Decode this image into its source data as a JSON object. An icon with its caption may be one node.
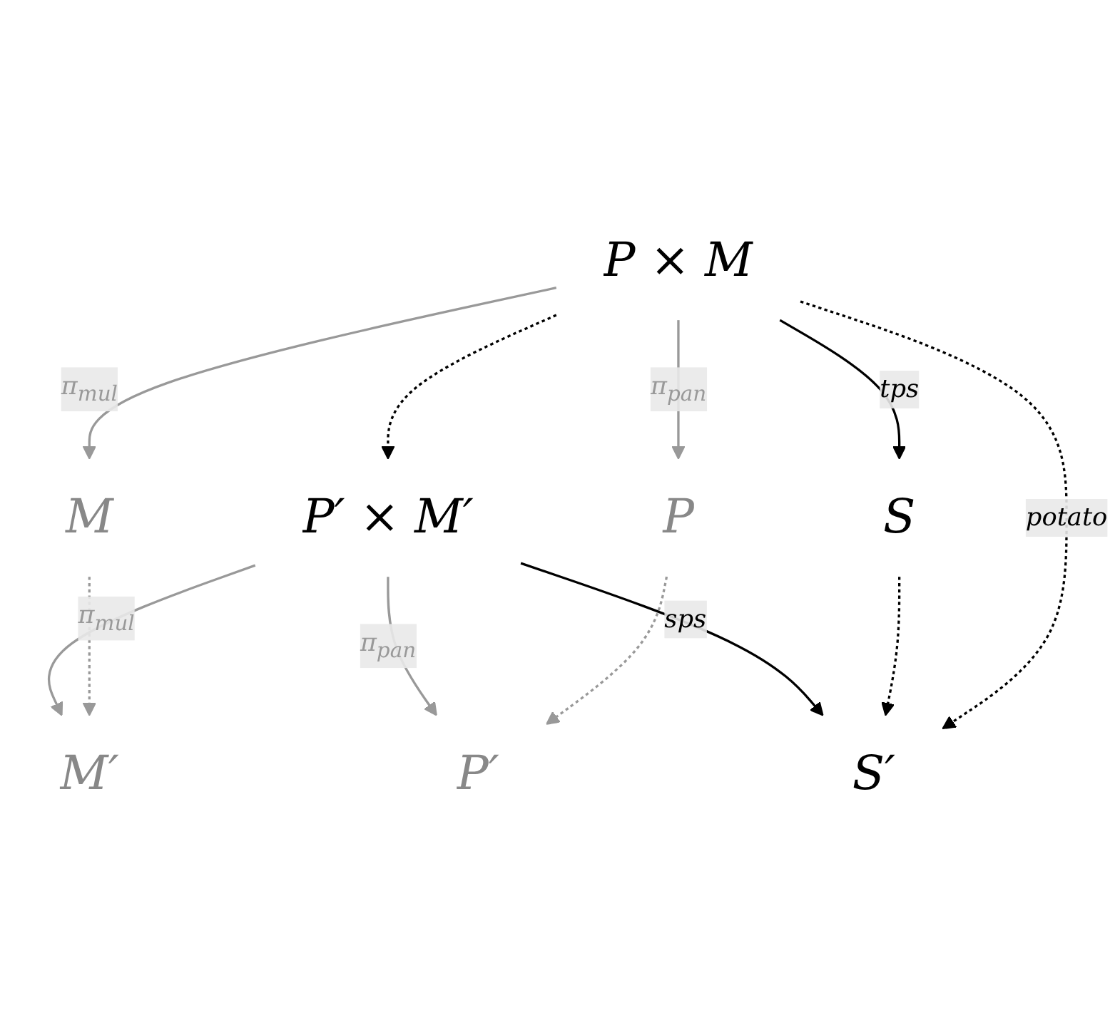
{
  "diagram": {
    "nodes": [
      {
        "text": [
          "M"
        ]
      },
      {
        "text": [
          "P × M"
        ]
      },
      {
        "text": [
          "S"
        ]
      },
      {
        "text": [
          "P"
        ]
      },
      {
        "text": [
          "M′"
        ]
      },
      {
        "text": [
          "P′ × M′"
        ]
      },
      {
        "text": [
          "S′"
        ]
      },
      {
        "text": [
          "P′"
        ]
      }
    ],
    "edges": [
      {
        "from": 1,
        "to": 0,
        "arrow": "to",
        "label": "π$_{mul}$"
      },
      {
        "from": 1,
        "to": 3,
        "arrow": "to",
        "label": "π$_{pan}$"
      },
      {
        "from": 1,
        "to": 2,
        "arrow": "to",
        "label": "tps",
        "color": "#000000"
      },
      {
        "from": 0,
        "to": 4,
        "arrow": "to",
        "style": "dashed"
      },
      {
        "from": 3,
        "to": 7,
        "arrow": "to",
        "style": "dashed"
      },
      {
        "from": 1,
        "to": 5,
        "arrow": "to",
        "style": "dashed",
        "color": "#000000"
      },
      {
        "from": 1,
        "to": 6,
        "arrow": "to",
        "label": "potato",
        "style": "dashed",
        "color": "#000000"
      },
      {
        "from": 2,
        "to": 6,
        "arrow": "to",
        "style": "dashed",
        "color": "#000000"
      },
      {
        "from": 5,
        "to": 4,
        "arrow": "to",
        "label": "π$_{mul}$"
      },
      {
        "from": 5,
        "to": 7,
        "arrow": "to",
        "label": "π$_{pan}$"
      },
      {
        "from": 5,
        "to": 6,
        "arrow": "to",
        "label": "sps",
        "color": "#000000"
      }
    ]
  }
}
